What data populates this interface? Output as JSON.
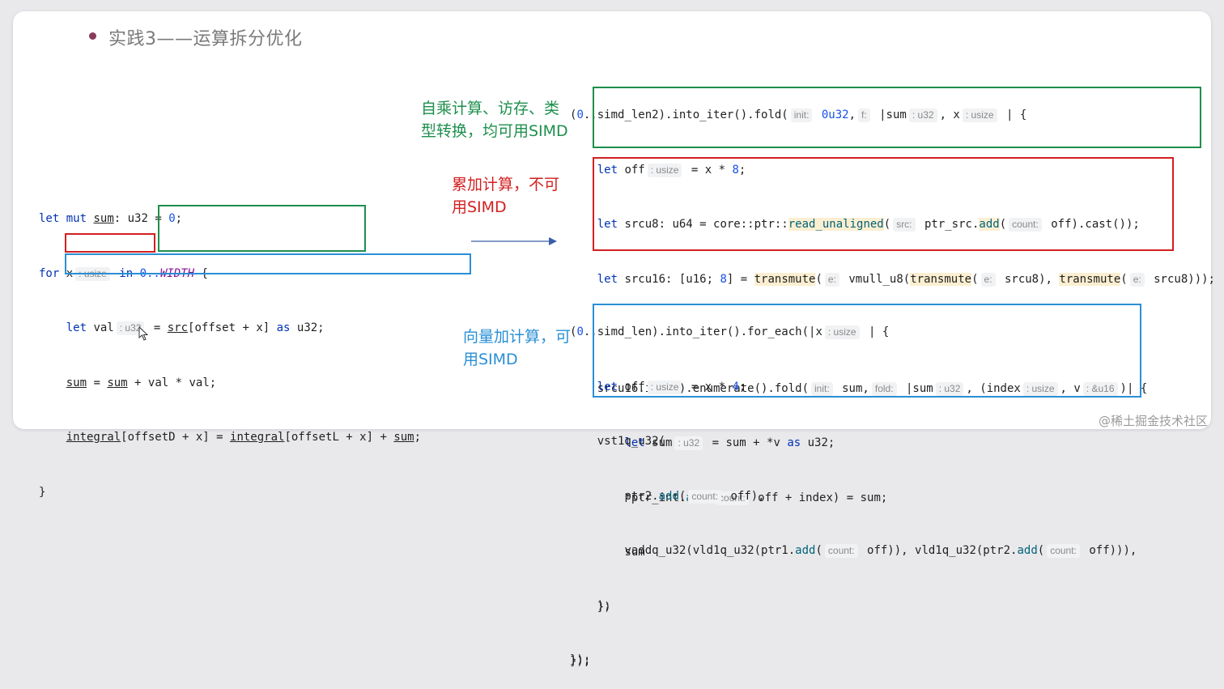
{
  "slide": {
    "title": "实践3——运算拆分优化",
    "watermark": "@稀土掘金技术社区"
  },
  "annotations": {
    "green_line1": "自乘计算、访存、类",
    "green_line2": "型转换，均可用SIMD",
    "red_line1": "累加计算，不可",
    "red_line2": "用SIMD",
    "blue_line1": "向量加计算，可",
    "blue_line2": "用SIMD"
  },
  "left_code": {
    "l1_kw1": "let",
    "l1_kw2": "mut",
    "l1_var": "sum",
    "l1_type": ": u32 = ",
    "l1_num": "0",
    "l1_end": ";",
    "l2_kw": "for",
    "l2_var": " x",
    "l2_hint": ": usize",
    "l2_in": " in ",
    "l2_range": "0..",
    "l2_width": "WIDTH",
    "l2_end": " {",
    "l3_kw": "let",
    "l3_var": " val",
    "l3_hint": ": u32",
    "l3_eq": " = ",
    "l3_src": "src",
    "l3_rest": "[offset + x] ",
    "l3_as": "as",
    "l3_type": " u32;",
    "l4_sum1": "sum",
    "l4_mid": " = ",
    "l4_sum2": "sum",
    "l4_plus": " + ",
    "l4_rest": "val * val;",
    "l5_int1": "integral",
    "l5_a": "[offsetD + x] = ",
    "l5_int2": "integral",
    "l5_b": "[offsetL + x] + ",
    "l5_sum": "sum",
    "l5_end": ";",
    "l6": "}"
  },
  "right_top_code": {
    "l1_a": "(",
    "l1_num": "0",
    "l1_b": "..simd_len2).into_iter().fold(",
    "l1_h1": "init:",
    "l1_v1": " 0u32",
    "l1_c": ",",
    "l1_h2": "f:",
    "l1_d": " |sum",
    "l1_h3": ": u32",
    "l1_e": ", x",
    "l1_h4": ": usize",
    "l1_f": " | {",
    "l2_kw": "let",
    "l2_a": " off",
    "l2_h": ": usize",
    "l2_b": " = x * ",
    "l2_num": "8",
    "l2_c": ";",
    "l3_kw": "let",
    "l3_a": " srcu8: u64 = core::ptr::",
    "l3_fn": "read_unaligned",
    "l3_b": "(",
    "l3_h1": "src:",
    "l3_c": " ptr_src.",
    "l3_add": "add",
    "l3_d": "(",
    "l3_h2": "count:",
    "l3_e": " off).cast());",
    "l4_kw": "let",
    "l4_a": " srcu16: [u16; ",
    "l4_num": "8",
    "l4_b": "] = ",
    "l4_t1": "transmute",
    "l4_c": "(",
    "l4_h1": "e:",
    "l4_d": " vmull_u8(",
    "l4_t2": "transmute",
    "l4_e": "(",
    "l4_h2": "e:",
    "l4_f": " srcu8), ",
    "l4_t3": "transmute",
    "l4_g": "(",
    "l4_h3": "e:",
    "l4_h": " srcu8)));",
    "l5_a": "srcu16.iter().enumerate().fold(",
    "l5_h1": "init:",
    "l5_b": " sum,",
    "l5_h2": "fold:",
    "l5_c": " |sum",
    "l5_h3": ": u32",
    "l5_d": ", (index",
    "l5_h4": ": usize",
    "l5_e": ", v",
    "l5_h5": ": &u16",
    "l5_f": ")| {",
    "l6_kw": "let",
    "l6_a": " sum",
    "l6_h": ": u32",
    "l6_b": " = sum + *v ",
    "l6_as": "as",
    "l6_c": " u32;",
    "l7_a": "*ptr_int.",
    "l7_add": "add",
    "l7_b": "(",
    "l7_h": "count:",
    "l7_c": " off + index) = sum;",
    "l8": "sum",
    "l9": "})",
    "l10": "});"
  },
  "right_bottom_code": {
    "l1_a": "(",
    "l1_num": "0",
    "l1_b": "..simd_len).into_iter().for_each(|x",
    "l1_h": ": usize",
    "l1_c": " | {",
    "l2_kw": "let",
    "l2_a": " off",
    "l2_h": ": usize",
    "l2_b": " = x * ",
    "l2_num": "4",
    "l2_c": ";",
    "l3": "vst1q_u32(",
    "l4_a": "ptr2.",
    "l4_add": "add",
    "l4_b": "(",
    "l4_h": "count:",
    "l4_c": " off),",
    "l5_a": "vaddq_u32(vld1q_u32(ptr1.",
    "l5_add1": "add",
    "l5_b": "(",
    "l5_h1": "count:",
    "l5_c": " off)), vld1q_u32(ptr2.",
    "l5_add2": "add",
    "l5_d": "(",
    "l5_h2": "count:",
    "l5_e": " off))),",
    "l6": ");",
    "l7": "});"
  },
  "colors": {
    "green_box": "#1e8f4e",
    "red_box": "#d31f1f",
    "blue_box": "#2a8fd6",
    "keyword": "#0033b3",
    "inlay_hint_bg": "#f1f2f4"
  },
  "icons": [
    "bullet-dot",
    "arrow-right-icon",
    "mouse-cursor-icon"
  ]
}
